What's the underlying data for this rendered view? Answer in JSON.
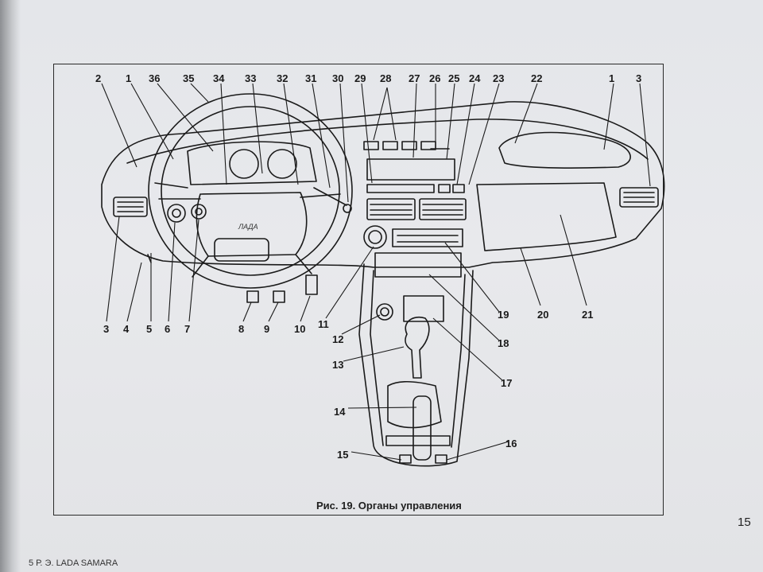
{
  "figure": {
    "caption": "Рис. 19. Органы управления",
    "callouts_top": [
      "2",
      "1",
      "36",
      "35",
      "34",
      "33",
      "32",
      "31",
      "30",
      "29",
      "28",
      "27",
      "26",
      "25",
      "24",
      "23",
      "22",
      "1",
      "3"
    ],
    "callouts_bottom": [
      "3",
      "4",
      "5",
      "6",
      "7",
      "8",
      "9",
      "10",
      "11",
      "12",
      "13",
      "14",
      "15",
      "16",
      "17",
      "18",
      "19",
      "20",
      "21"
    ],
    "dash_badge": "ЛАДА"
  },
  "page": {
    "number": "15",
    "footer": "5 Р. Э. LADA SAMARA"
  },
  "colors": {
    "ink": "#1a1a1a",
    "paper": "#e6e7ea"
  }
}
